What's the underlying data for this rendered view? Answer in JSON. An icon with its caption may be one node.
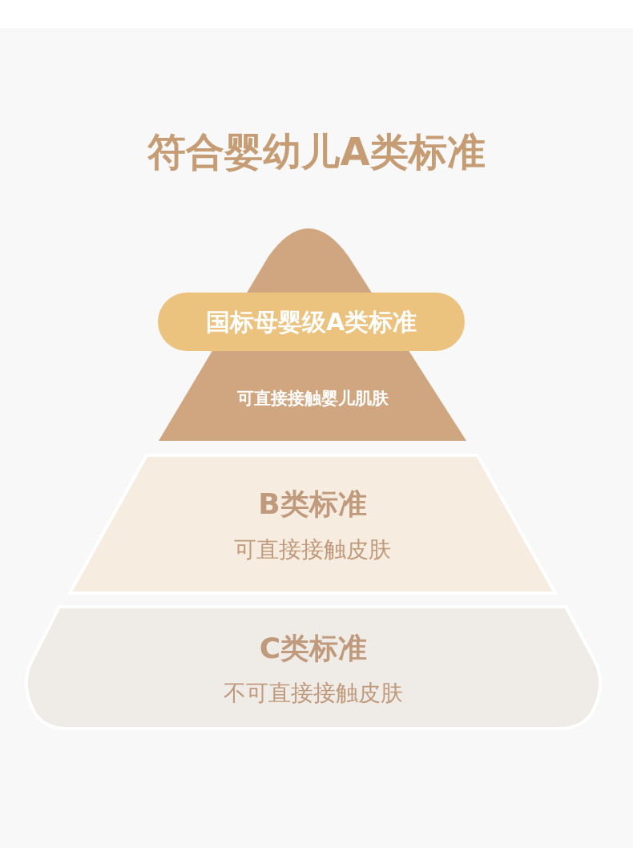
{
  "diagram": {
    "title": "符合婴幼儿A类标准",
    "nodes": [
      {
        "text": [
          "可直接接触婴儿肌肤"
        ]
      },
      {
        "text": [
          "国标母婴级A类标准"
        ],
        "in": 0
      },
      {
        "text": [
          "B类标准",
          "可直接接触皮肤"
        ]
      },
      {
        "text": [
          "C类标准",
          "不可直接接触皮肤"
        ]
      }
    ]
  }
}
